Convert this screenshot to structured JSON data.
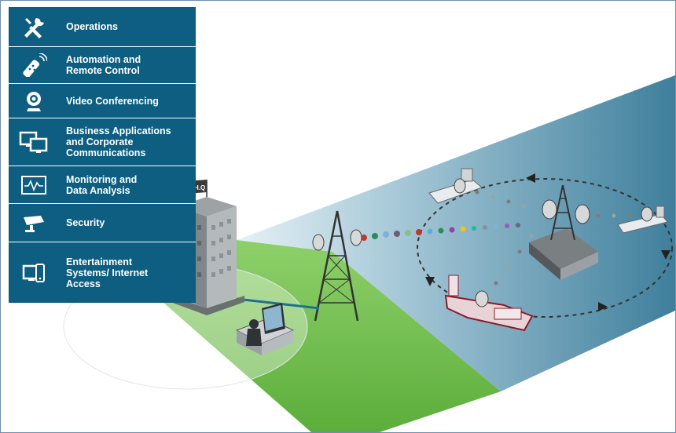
{
  "menu": {
    "items": [
      {
        "label": "Operations",
        "icon": "tools-icon"
      },
      {
        "label": "Automation and\nRemote Control",
        "icon": "remote-control-icon"
      },
      {
        "label": "Video Conferencing",
        "icon": "webcam-icon"
      },
      {
        "label": "Business Applications\nand Corporate\nCommunications",
        "icon": "computers-icon"
      },
      {
        "label": "Monitoring and\nData Analysis",
        "icon": "monitor-graph-icon"
      },
      {
        "label": "Security",
        "icon": "security-camera-icon"
      },
      {
        "label": "Entertainment\nSystems/ Internet\nAccess",
        "icon": "screen-tablet-icon"
      }
    ]
  },
  "scene": {
    "hq_flag_label": "H.Q"
  },
  "colors": {
    "menu_bg": "#0d5e80",
    "sea": "#4a8aa6",
    "land": "#6cbf4a",
    "frame_border": "#6f8fb0"
  }
}
